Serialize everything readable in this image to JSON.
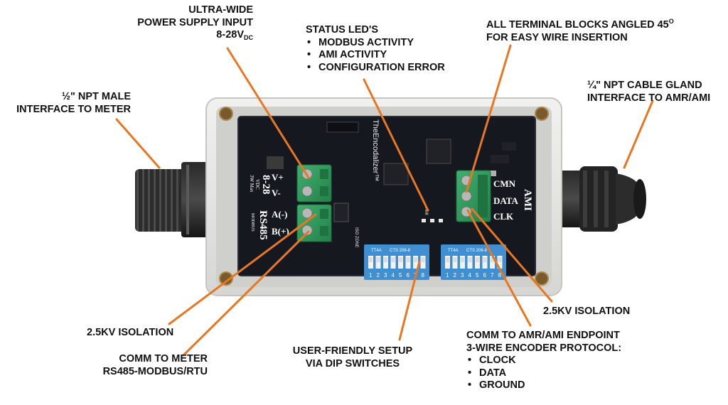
{
  "callouts": {
    "power": {
      "lines": [
        "ULTRA-WIDE",
        "POWER SUPPLY INPUT"
      ],
      "voltage": "8-28V",
      "voltage_sub": "DC"
    },
    "status": {
      "title": "STATUS LED'S",
      "items": [
        "MODBUS ACTIVITY",
        "AMI ACTIVITY",
        "CONFIGURATION ERROR"
      ]
    },
    "terminals": {
      "line1": "ALL TERMINAL BLOCKS ANGLED 45",
      "deg": "O",
      "line2": "FOR EASY WIRE INSERTION"
    },
    "npt_male": {
      "lines": [
        "½\" NPT MALE",
        "INTERFACE TO METER"
      ]
    },
    "cable_gland": {
      "lines": [
        "¼\" NPT CABLE GLAND",
        "INTERFACE TO AMR/AMI"
      ]
    },
    "iso_left": {
      "text": "2.5KV ISOLATION"
    },
    "comm_meter": {
      "lines": [
        "COMM TO METER",
        "RS485-MODBUS/RTU"
      ]
    },
    "dip": {
      "lines": [
        "USER-FRIENDLY SETUP",
        "VIA DIP SWITCHES"
      ]
    },
    "iso_right": {
      "text": "2.5KV ISOLATION"
    },
    "comm_ami": {
      "lines": [
        "COMM TO AMR/AMI ENDPOINT",
        "3-WIRE ENCODER PROTOCOL:"
      ],
      "items": [
        "CLOCK",
        "DATA",
        "GROUND"
      ]
    }
  },
  "board": {
    "left_labels": {
      "vplus": "V+",
      "vminus": "V-",
      "range": "8-28",
      "vdc": "VDC",
      "watt": "3W Max",
      "rs485": "RS485",
      "modbus": "MODBUS",
      "aminus": "A(-)",
      "bplus": "B(+)"
    },
    "right_labels": {
      "cmn": "CMN",
      "data": "DATA",
      "clk": "CLK",
      "ami": "AMI"
    },
    "brand": "TheEncodalizer™",
    "dip_left": {
      "code": "CTS 206-8",
      "code2": "TT4A",
      "numbers": [
        "1",
        "2",
        "3",
        "4",
        "5",
        "6",
        "7",
        "8"
      ]
    },
    "dip_right": {
      "code": "CTS 206-8",
      "code2": "TT4A",
      "numbers": [
        "1",
        "2",
        "3",
        "4",
        "5",
        "6",
        "7",
        "8"
      ]
    },
    "iso_zone": "ISO ZONE",
    "led_label": "AMI"
  },
  "colors": {
    "leader": "#E87722",
    "enclosure": "#e6e6e4",
    "pcb": "#161820",
    "terminal": "#2f9a5c",
    "dip": "#3f8fd2"
  }
}
